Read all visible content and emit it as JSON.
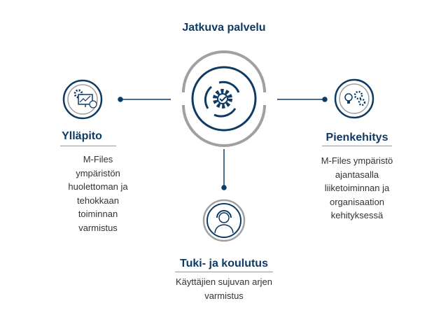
{
  "title": "Jatkuva palvelu",
  "nodes": [
    {
      "label": "Ylläpito",
      "description": "M-Files ympäristön huolettoman ja tehokkaan toiminnan varmistus",
      "icon": "monitor-gear-chart-icon"
    },
    {
      "label": "Pienkehitys",
      "description": "M-Files ympäristö ajantasalla liiketoiminnan ja organisaation kehityksessä",
      "icon": "lightbulb-gears-icon"
    },
    {
      "label": "Tuki- ja koulutus",
      "description": "Käyttäjien sujuvan arjen varmistus",
      "icon": "headset-support-icon"
    }
  ],
  "center_icon": "gear-cycle-check-icon",
  "colors": {
    "navy": "#0f3a63",
    "gray": "#9a9a9a"
  }
}
